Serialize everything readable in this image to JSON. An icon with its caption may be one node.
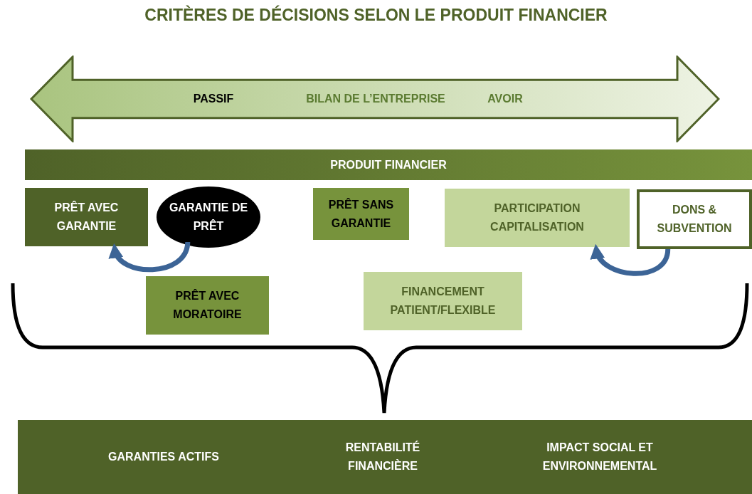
{
  "diagram": {
    "title": "CRITÈRES DE DÉCISIONS SELON LE PRODUIT FINANCIER",
    "nodes": [
      {
        "text": [
          "PASSIF",
          "BILAN DE L’ENTREPRISE",
          "AVOIR"
        ]
      },
      {
        "text": [
          "PRODUIT FINANCIER"
        ]
      },
      {
        "text": [
          "PRÊT AVEC GARANTIE"
        ]
      },
      {
        "text": [
          "GARANTIE DE PRÊT"
        ]
      },
      {
        "text": [
          "PRÊT SANS GARANTIE"
        ]
      },
      {
        "text": [
          "PARTICIPATION CAPITALISATION"
        ]
      },
      {
        "text": [
          "DONS & SUBVENTION"
        ]
      },
      {
        "text": [
          "PRÊT AVEC MORATOIRE"
        ]
      },
      {
        "text": [
          "FINANCEMENT PATIENT/FLEXIBLE"
        ]
      },
      {
        "text": [
          "GARANTIES ACTIFS",
          "RENTABILITÉ FINANCIÈRE",
          "IMPACT SOCIAL ET ENVIRONNEMENTAL"
        ]
      }
    ],
    "edges": [
      {
        "from": 3,
        "to": 2,
        "arrow": "to"
      },
      {
        "from": 6,
        "to": 5,
        "arrow": "to"
      }
    ]
  }
}
